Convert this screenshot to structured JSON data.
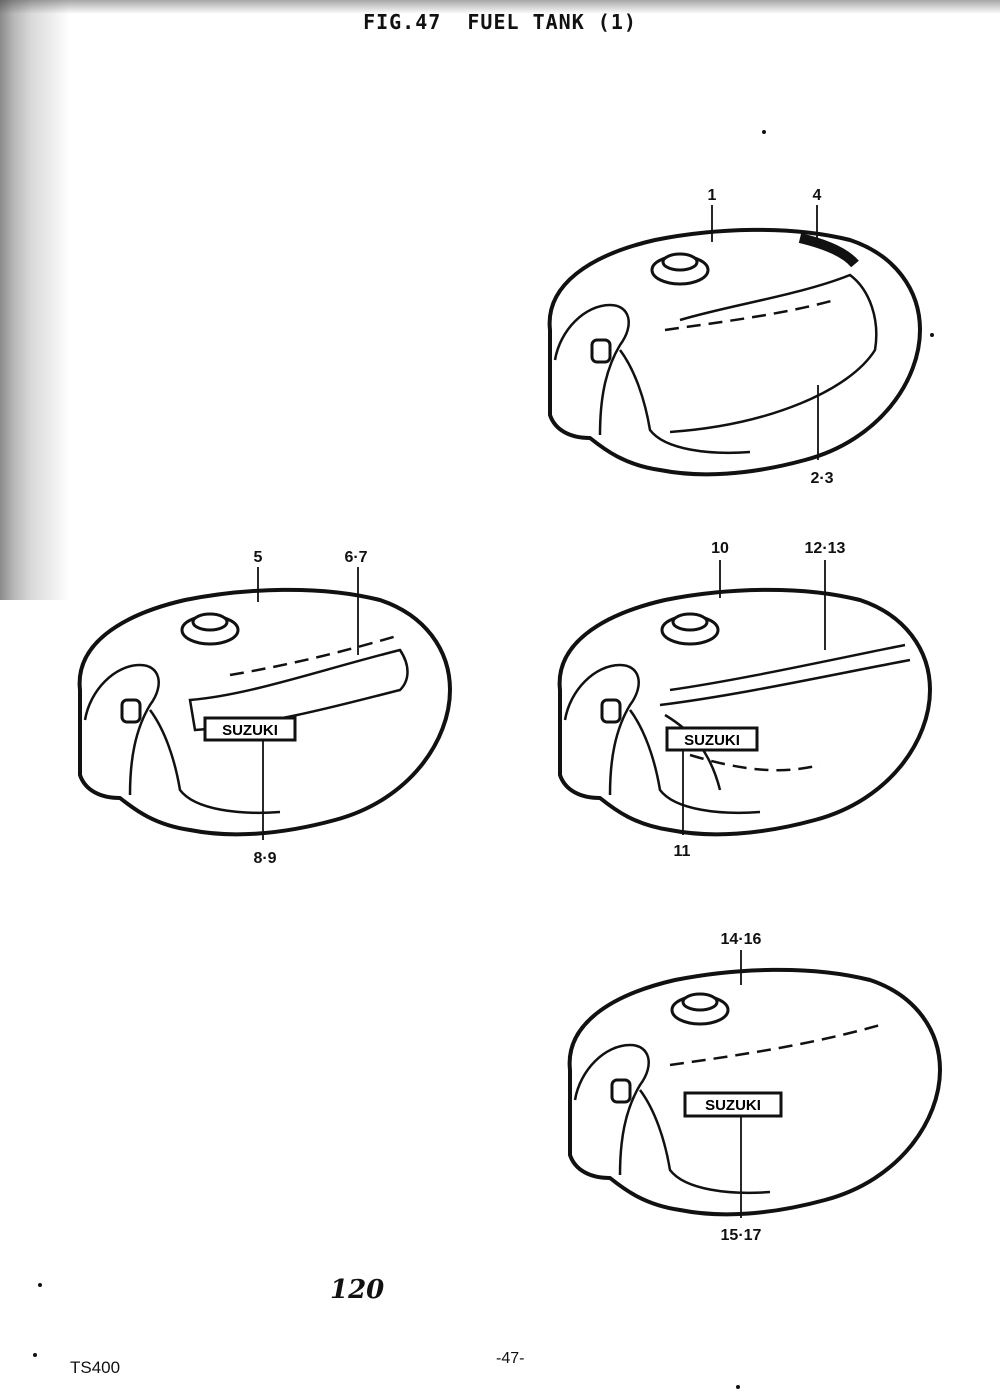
{
  "header": {
    "title": "FIG.47  FUEL TANK (1)"
  },
  "diagram": {
    "callouts": [
      "1",
      "4",
      "2·3",
      "5",
      "6·7",
      "8·9",
      "10",
      "12·13",
      "11",
      "14·16",
      "15·17"
    ],
    "emblem_text": "SUZUKI"
  },
  "footer": {
    "page_number": "120",
    "model": "TS400",
    "page_ref": "-47-"
  }
}
